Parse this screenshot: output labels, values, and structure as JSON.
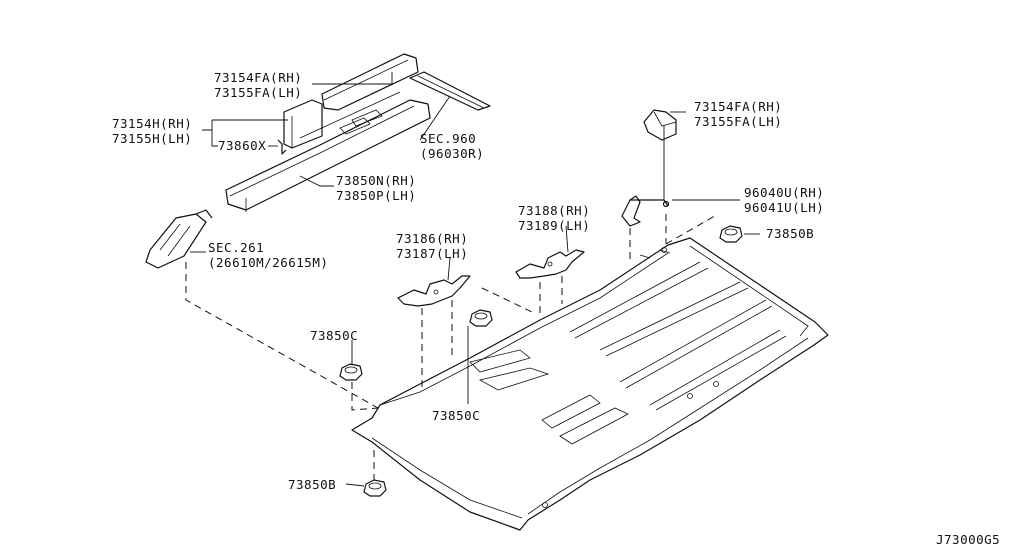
{
  "diagram_code": "J73000G5",
  "callouts": {
    "rail_cover_front": [
      "73154FA(RH)",
      "73155FA(LH)"
    ],
    "rail_cover": [
      "73154H(RH)",
      "73155H(LH)"
    ],
    "clip": "73860X",
    "sec_960": [
      "SEC.960",
      "(96030R)"
    ],
    "side_rail": [
      "73850N(RH)",
      "73850P(LH)"
    ],
    "sec_261": [
      "SEC.261",
      "(26610M/26615M)"
    ],
    "rail_cover_rear": [
      "73154FA(RH)",
      "73155FA(LH)"
    ],
    "bracket_rear": [
      "96040U(RH)",
      "96041U(LH)"
    ],
    "nut_right": "73850B",
    "bracket_mid": [
      "73188(RH)",
      "73189(LH)"
    ],
    "bracket_front": [
      "73186(RH)",
      "73187(LH)"
    ],
    "nut_left": "73850C",
    "nut_center": "73850C",
    "nut_bottom": "73850B"
  }
}
